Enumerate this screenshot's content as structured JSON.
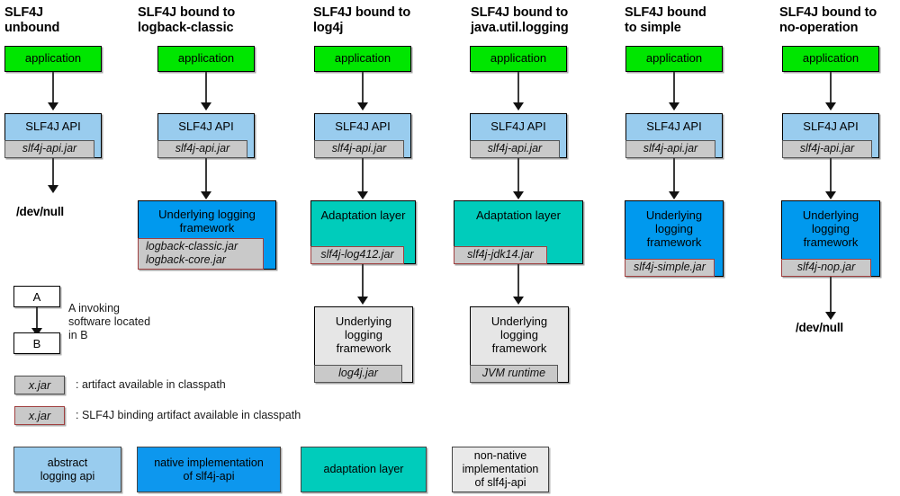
{
  "diagram": {
    "title_note": "SLF4J binding architecture diagram",
    "columns": [
      {
        "title": "SLF4J\nunbound",
        "application": "application",
        "api": "SLF4J API",
        "api_jar": "slf4j-api.jar",
        "terminal": "/dev/null"
      },
      {
        "title": "SLF4J bound to\nlogback-classic",
        "application": "application",
        "api": "SLF4J API",
        "api_jar": "slf4j-api.jar",
        "impl": "Underlying logging\nframework",
        "impl_jar": "logback-classic.jar\nlogback-core.jar"
      },
      {
        "title": "SLF4J bound to\nlog4j",
        "application": "application",
        "api": "SLF4J API",
        "api_jar": "slf4j-api.jar",
        "adapt": "Adaptation layer",
        "adapt_jar": "slf4j-log412.jar",
        "impl": "Underlying\nlogging\nframework",
        "impl_jar": "log4j.jar"
      },
      {
        "title": "SLF4J bound to\njava.util.logging",
        "application": "application",
        "api": "SLF4J API",
        "api_jar": "slf4j-api.jar",
        "adapt": "Adaptation layer",
        "adapt_jar": "slf4j-jdk14.jar",
        "impl": "Underlying\nlogging\nframework",
        "impl_jar": "JVM runtime"
      },
      {
        "title": "SLF4J bound\nto simple",
        "application": "application",
        "api": "SLF4J API",
        "api_jar": "slf4j-api.jar",
        "impl": "Underlying\nlogging\nframework",
        "impl_jar": "slf4j-simple.jar"
      },
      {
        "title": "SLF4J bound to\nno-operation",
        "application": "application",
        "api": "SLF4J API",
        "api_jar": "slf4j-api.jar",
        "impl": "Underlying\nlogging\nframework",
        "impl_jar": "slf4j-nop.jar",
        "terminal": "/dev/null"
      }
    ]
  },
  "legend": {
    "invoke": {
      "box_a": "A",
      "box_b": "B",
      "description": "A invoking\nsoftware located\nin B"
    },
    "artifact": {
      "chip": "x.jar",
      "description": ": artifact available in classpath"
    },
    "binding_artifact": {
      "chip": "x.jar",
      "description": ": SLF4J binding artifact available in classpath"
    },
    "swatches": [
      {
        "label": "abstract\nlogging api",
        "color": "#99ccee"
      },
      {
        "label": "native implementation\nof slf4j-api",
        "color": "#0d97ee"
      },
      {
        "label": "adaptation layer",
        "color": "#00ccbb"
      },
      {
        "label": "non-native\nimplementation\nof slf4j-api",
        "color": "#e9e9e9"
      }
    ]
  },
  "colors": {
    "application": "#00e600",
    "slf4j_api": "#99ccee",
    "native_impl": "#0099ee",
    "adaptation": "#00ccbb",
    "non_native": "#e6e6e6",
    "jar_chip": "#c9c9c9",
    "binding_border": "#a04040"
  }
}
